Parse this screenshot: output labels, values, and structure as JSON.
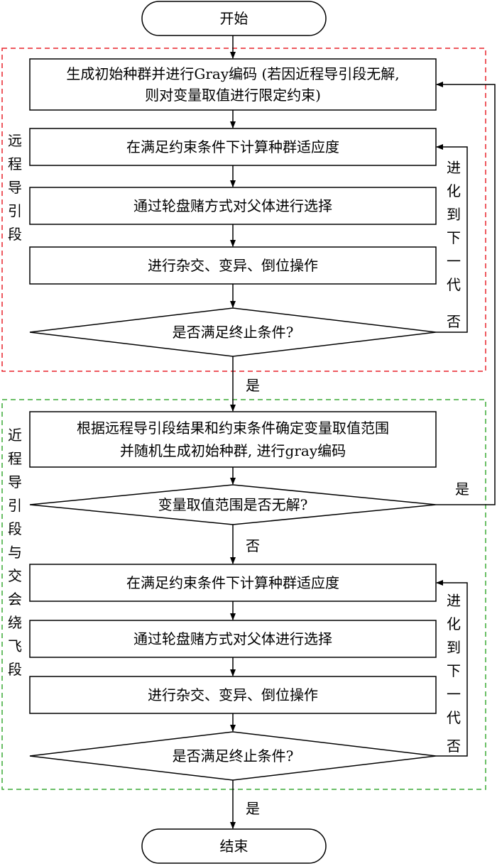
{
  "start": "开始",
  "end": "结束",
  "stage1": {
    "label": "远程导引段",
    "init": [
      "生成初始种群并进行Gray编码 (若因近程导引段无解,",
      "则对变量取值进行限定约束)"
    ],
    "fitness": "在满足约束条件下计算种群适应度",
    "select": "通过轮盘赌方式对父体进行选择",
    "ops": "进行杂交、变异、倒位操作",
    "decision": "是否满足终止条件?",
    "loop_label": "进化到下一代",
    "no": "否",
    "yes": "是"
  },
  "stage2": {
    "label": "近程导引段与交会绕飞段",
    "init": [
      "根据远程导引段结果和约束条件确定变量取值范围",
      "并随机生成初始种群, 进行gray编码"
    ],
    "range_decision": "变量取值范围是否无解?",
    "range_yes": "是",
    "range_no": "否",
    "fitness": "在满足约束条件下计算种群适应度",
    "select": "通过轮盘赌方式对父体进行选择",
    "ops": "进行杂交、变异、倒位操作",
    "decision": "是否满足终止条件?",
    "loop_label": "进化到下一代",
    "no": "否",
    "yes": "是"
  },
  "colors": {
    "stage1_border": "#e8242b",
    "stage2_border": "#3aaa35"
  }
}
